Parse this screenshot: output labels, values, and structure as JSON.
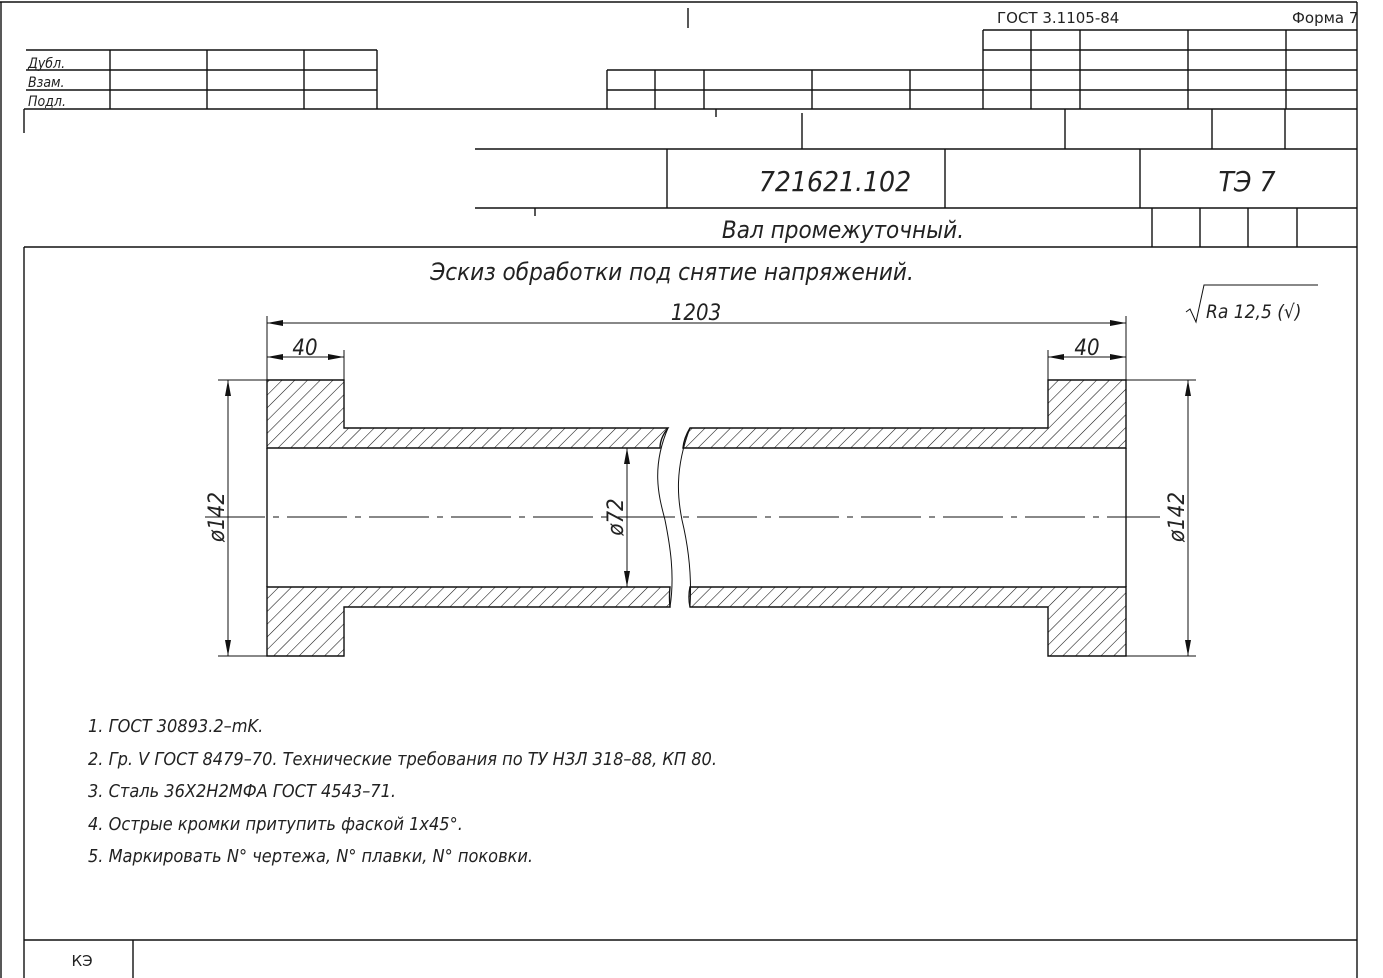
{
  "header": {
    "standard": "ГОСТ 3.1105-84",
    "form": "Форма 7",
    "rows": [
      "Дубл.",
      "Взам.",
      "Подл."
    ],
    "document_number": "721621.102",
    "document_code": "ТЭ 7",
    "part_name": "Вал промежуточный."
  },
  "sketch": {
    "title": "Эскиз обработки под снятие напряжений.",
    "roughness": "Ra 12,5 (√)",
    "dimensions": {
      "overall_length": "1203",
      "left_flange_length": "40",
      "right_flange_length": "40",
      "left_outer_diameter": "ø142",
      "bore_diameter": "ø72",
      "right_outer_diameter": "ø142"
    }
  },
  "notes": [
    "1.  ГОСТ 30893.2–mK.",
    "2.  Гр. V ГОСТ 8479–70.  Технические требования по ТУ НЗЛ 318–88,  КП 80.",
    "3.  Сталь 36Х2Н2МФА ГОСТ 4543–71.",
    "4.  Острые кромки притупить фаской 1х45°.",
    "5.  Маркировать N° чертежа,  N° плавки,  N° поковки."
  ],
  "footer": {
    "code": "КЭ"
  }
}
